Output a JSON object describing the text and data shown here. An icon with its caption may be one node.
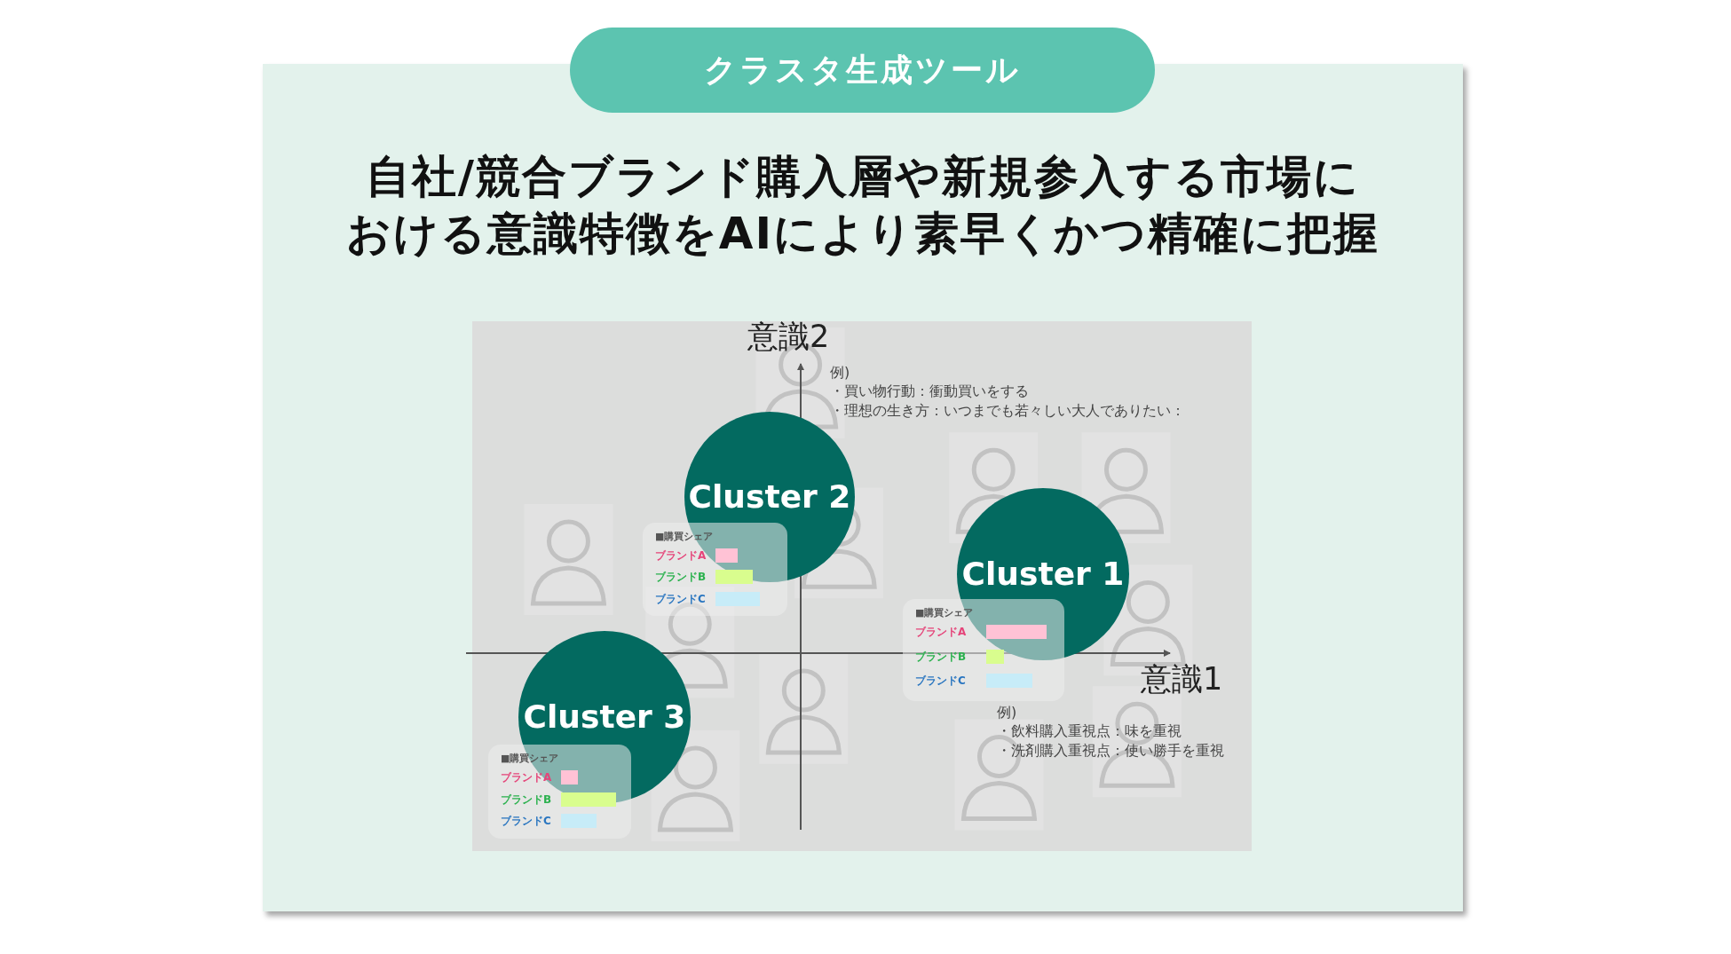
{
  "diagram": {
    "nodes": [
      {
        "text": [
          "クラスタ生成ツール"
        ]
      },
      {
        "text": [
          "自社/競合ブランド購入層や新規参入する市場における意識特徴をAIにより素早くかつ精確に把握"
        ]
      },
      {
        "text": [
          "Cluster 2"
        ],
        "in": 1
      },
      {
        "text": [
          "■購買シェア",
          "ブランドA",
          "ブランドB",
          "ブランドC"
        ],
        "in": 1
      },
      {
        "text": [
          "Cluster 1"
        ],
        "in": 1
      },
      {
        "text": [
          "■購買シェア",
          "ブランドA",
          "ブランドB",
          "ブランドC"
        ],
        "in": 1
      },
      {
        "text": [
          "Cluster 3"
        ],
        "in": 1
      },
      {
        "text": [
          "■購買シェア",
          "ブランドA",
          "ブランドB",
          "ブランドC"
        ],
        "in": 1
      }
    ],
    "labels": [
      "意識2",
      "例)",
      "・買い物行動：衝動買いをする",
      "・理想の生き方：いつまでも若々しい大人でありたい：",
      "意識1",
      "例)",
      "・飲料購入重視点：味を重視",
      "・洗剤購入重視点：使い勝手を重視"
    ]
  }
}
